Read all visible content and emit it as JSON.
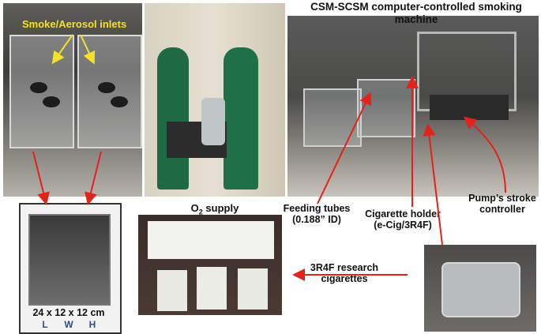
{
  "labels": {
    "title": "CSM-SCSM computer-controlled smoking machine",
    "inlets": "Smoke/Aerosol inlets",
    "o2_prefix": "O",
    "o2_sub": "2",
    "o2_suffix": " supply",
    "feeding_line1": "Feeding tubes",
    "feeding_line2": "(0.188” ID)",
    "holder_line1": "Cigarette holder",
    "holder_line2": "(e-Cig/3R4F)",
    "pump_line1": "Pump’s stroke",
    "pump_line2": "controller",
    "research_line1": "3R4F research",
    "research_line2": "cigarettes",
    "dims": "24 x 12 x 12 cm",
    "dim_l": "L",
    "dim_w": "W",
    "dim_h": "H"
  },
  "colors": {
    "arrow_red": "#e3221b",
    "inlet_yellow": "#f4e12a",
    "dimension_blue": "#2e4f8a"
  }
}
